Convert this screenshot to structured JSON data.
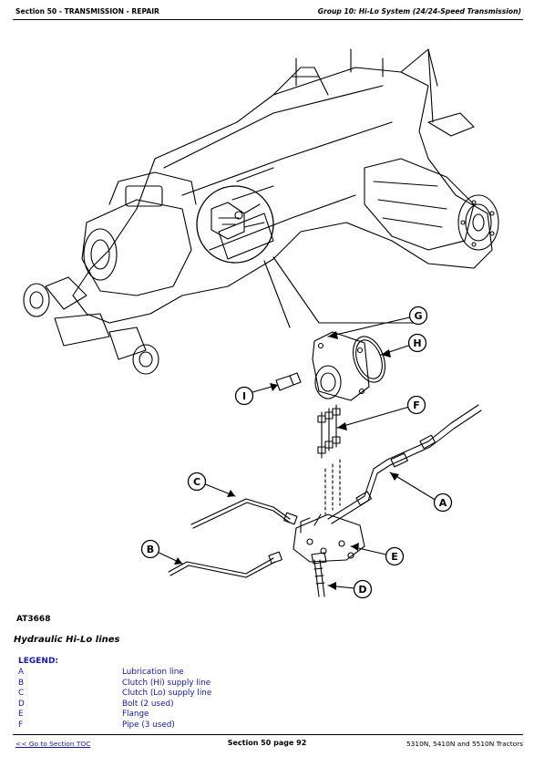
{
  "header": {
    "left": "Section 50 - TRANSMISSION - REPAIR",
    "right": "Group 10: Hi-Lo System (24/24-Speed Transmission)"
  },
  "figure": {
    "id": "AT3668",
    "caption": "Hydraulic Hi-Lo lines",
    "callouts": {
      "a": "A",
      "b": "B",
      "c": "C",
      "d": "D",
      "e": "E",
      "f": "F",
      "g": "G",
      "h": "H",
      "i": "I"
    }
  },
  "legend": {
    "title": "LEGEND:",
    "items": [
      {
        "key": "A",
        "label": "Lubrication line"
      },
      {
        "key": "B",
        "label": "Clutch (Hi) supply line"
      },
      {
        "key": "C",
        "label": "Clutch (Lo) supply line"
      },
      {
        "key": "D",
        "label": "Bolt (2 used)"
      },
      {
        "key": "E",
        "label": "Flange"
      },
      {
        "key": "F",
        "label": "Pipe (3 used)"
      }
    ]
  },
  "footer": {
    "link": "<< Go to Section TOC",
    "page": "Section 50 page 92",
    "models": "5310N, 5410N and 5510N Tractors"
  }
}
